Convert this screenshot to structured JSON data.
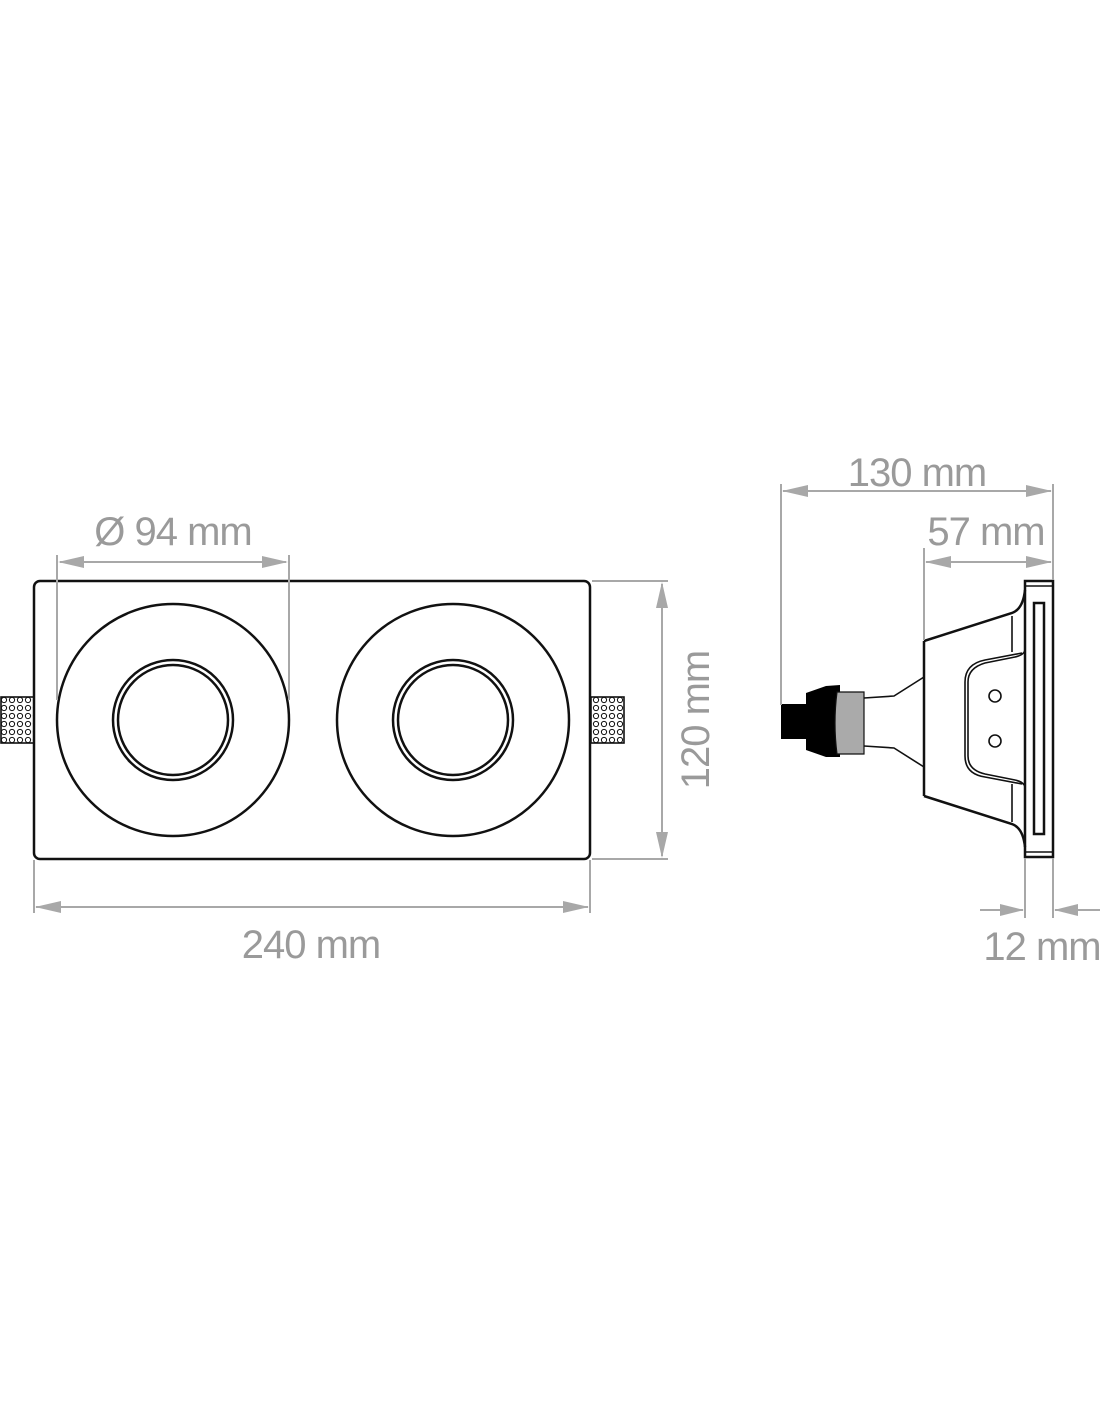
{
  "front_view": {
    "diameter_label": "Ø 94 mm",
    "height_label": "120 mm",
    "width_label": "240 mm"
  },
  "side_view": {
    "depth_label": "130 mm",
    "body_depth_label": "57 mm",
    "flange_label": "12 mm"
  },
  "colors": {
    "line": "#111111",
    "dimension": "#a8a8a8",
    "connector_gray": "#aaaaaa"
  }
}
